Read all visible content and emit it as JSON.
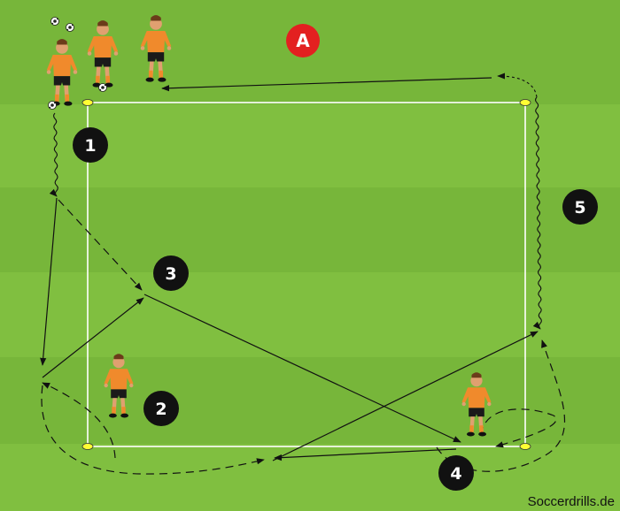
{
  "station_label": "A",
  "steps": [
    "1",
    "2",
    "3",
    "4",
    "5"
  ],
  "watermark": "Soccerdrills.de",
  "colors": {
    "grass_light": "#80bf40",
    "grass_dark": "#75b437",
    "jersey": "#f08a2c",
    "shorts": "#1a1a1a",
    "skin": "#e0a070",
    "marker": "#ffff33",
    "station_red": "#e32020",
    "step_badge": "#111111"
  },
  "icons": [
    "player-figure",
    "soccer-ball",
    "cone-marker",
    "arrow-head"
  ]
}
